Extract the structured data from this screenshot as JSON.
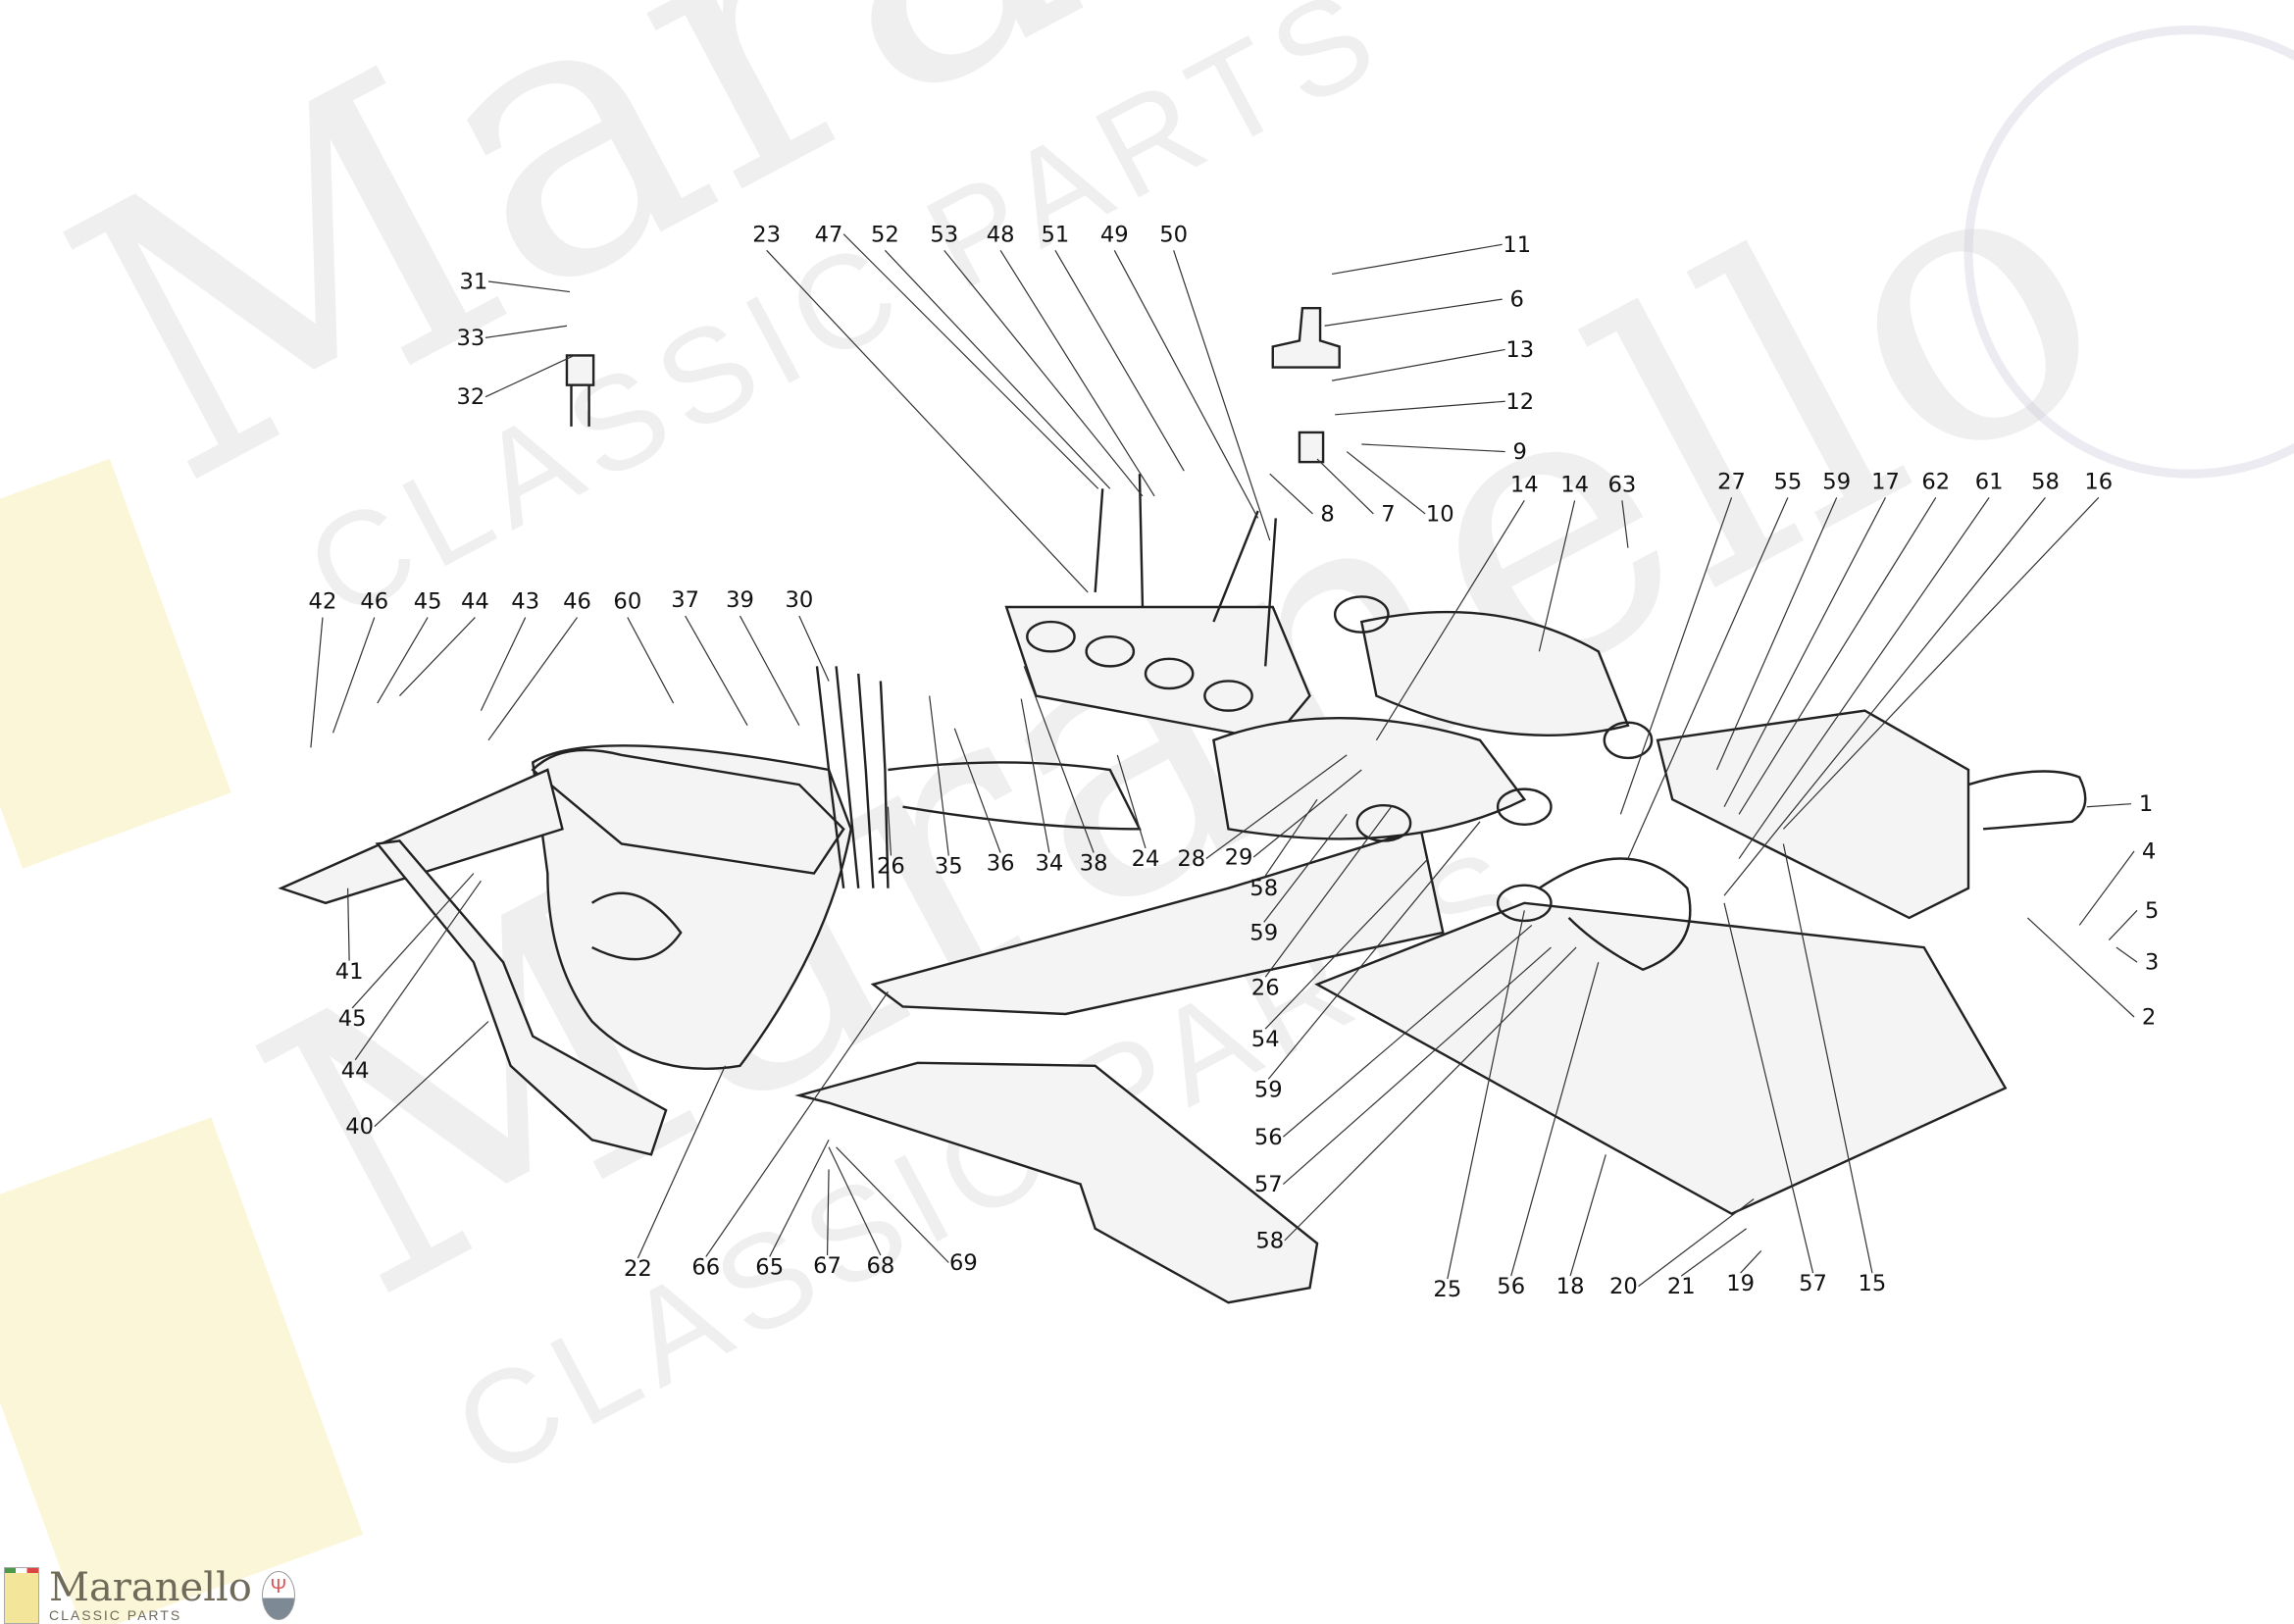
{
  "watermark": {
    "brand": "Maranello",
    "subtitle": "CLASSIC PARTS"
  },
  "logo": {
    "brand": "Maranello",
    "subtitle": "CLASSIC PARTS",
    "left_badge": "Ferrari",
    "right_badge": "MASERATI"
  },
  "callouts": [
    "31",
    "33",
    "32",
    "11",
    "6",
    "13",
    "12",
    "9",
    "8",
    "7",
    "10",
    "23",
    "47",
    "52",
    "53",
    "48",
    "51",
    "49",
    "50",
    "14",
    "14",
    "63",
    "27",
    "55",
    "59",
    "17",
    "62",
    "61",
    "58",
    "16",
    "1",
    "4",
    "5",
    "3",
    "2",
    "42",
    "46",
    "45",
    "44",
    "43",
    "46",
    "60",
    "37",
    "39",
    "30",
    "26",
    "35",
    "36",
    "34",
    "38",
    "24",
    "28",
    "29",
    "41",
    "45",
    "44",
    "40",
    "58",
    "59",
    "26",
    "54",
    "59",
    "56",
    "57",
    "58",
    "22",
    "66",
    "65",
    "67",
    "68",
    "69",
    "25",
    "56",
    "18",
    "20",
    "21",
    "19",
    "57",
    "15"
  ]
}
